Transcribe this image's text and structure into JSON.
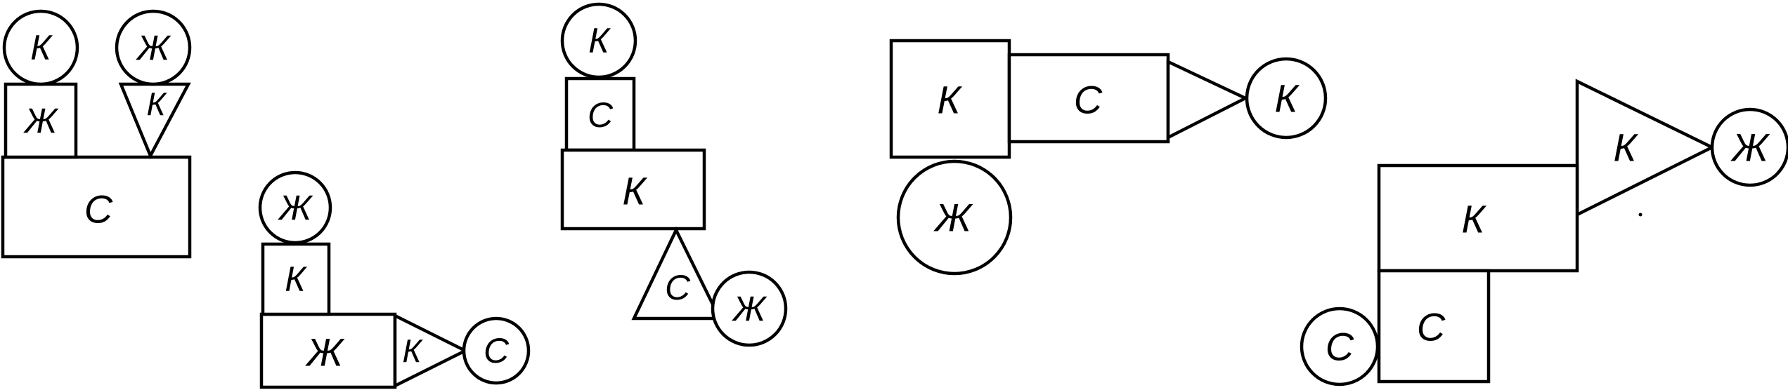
{
  "letters": {
    "k": "К",
    "zh": "Ж",
    "s": "С"
  },
  "colors": {
    "stroke": "#000000",
    "fill": "#ffffff"
  },
  "figures": [
    {
      "name": "figure-1",
      "parts": [
        {
          "shape": "circle",
          "letter": "К"
        },
        {
          "shape": "circle",
          "letter": "Ж"
        },
        {
          "shape": "square",
          "letter": "Ж"
        },
        {
          "shape": "triangle",
          "letter": "К"
        },
        {
          "shape": "rectangle",
          "letter": "С"
        }
      ]
    },
    {
      "name": "figure-2",
      "parts": [
        {
          "shape": "circle",
          "letter": "Ж"
        },
        {
          "shape": "square",
          "letter": "К"
        },
        {
          "shape": "rectangle",
          "letter": "Ж"
        },
        {
          "shape": "triangle",
          "letter": "К"
        },
        {
          "shape": "circle",
          "letter": "С"
        }
      ]
    },
    {
      "name": "figure-3",
      "parts": [
        {
          "shape": "circle",
          "letter": "К"
        },
        {
          "shape": "square",
          "letter": "С"
        },
        {
          "shape": "rectangle",
          "letter": "К"
        },
        {
          "shape": "triangle",
          "letter": "С"
        },
        {
          "shape": "circle",
          "letter": "Ж"
        }
      ]
    },
    {
      "name": "figure-4",
      "parts": [
        {
          "shape": "square",
          "letter": "К"
        },
        {
          "shape": "rectangle",
          "letter": "С"
        },
        {
          "shape": "triangle",
          "letter": ""
        },
        {
          "shape": "circle",
          "letter": "К"
        },
        {
          "shape": "circle",
          "letter": "Ж"
        }
      ]
    },
    {
      "name": "figure-5",
      "parts": [
        {
          "shape": "triangle",
          "letter": "К"
        },
        {
          "shape": "circle",
          "letter": "Ж"
        },
        {
          "shape": "rectangle",
          "letter": "К"
        },
        {
          "shape": "square",
          "letter": "С"
        },
        {
          "shape": "circle",
          "letter": "С"
        }
      ]
    }
  ]
}
